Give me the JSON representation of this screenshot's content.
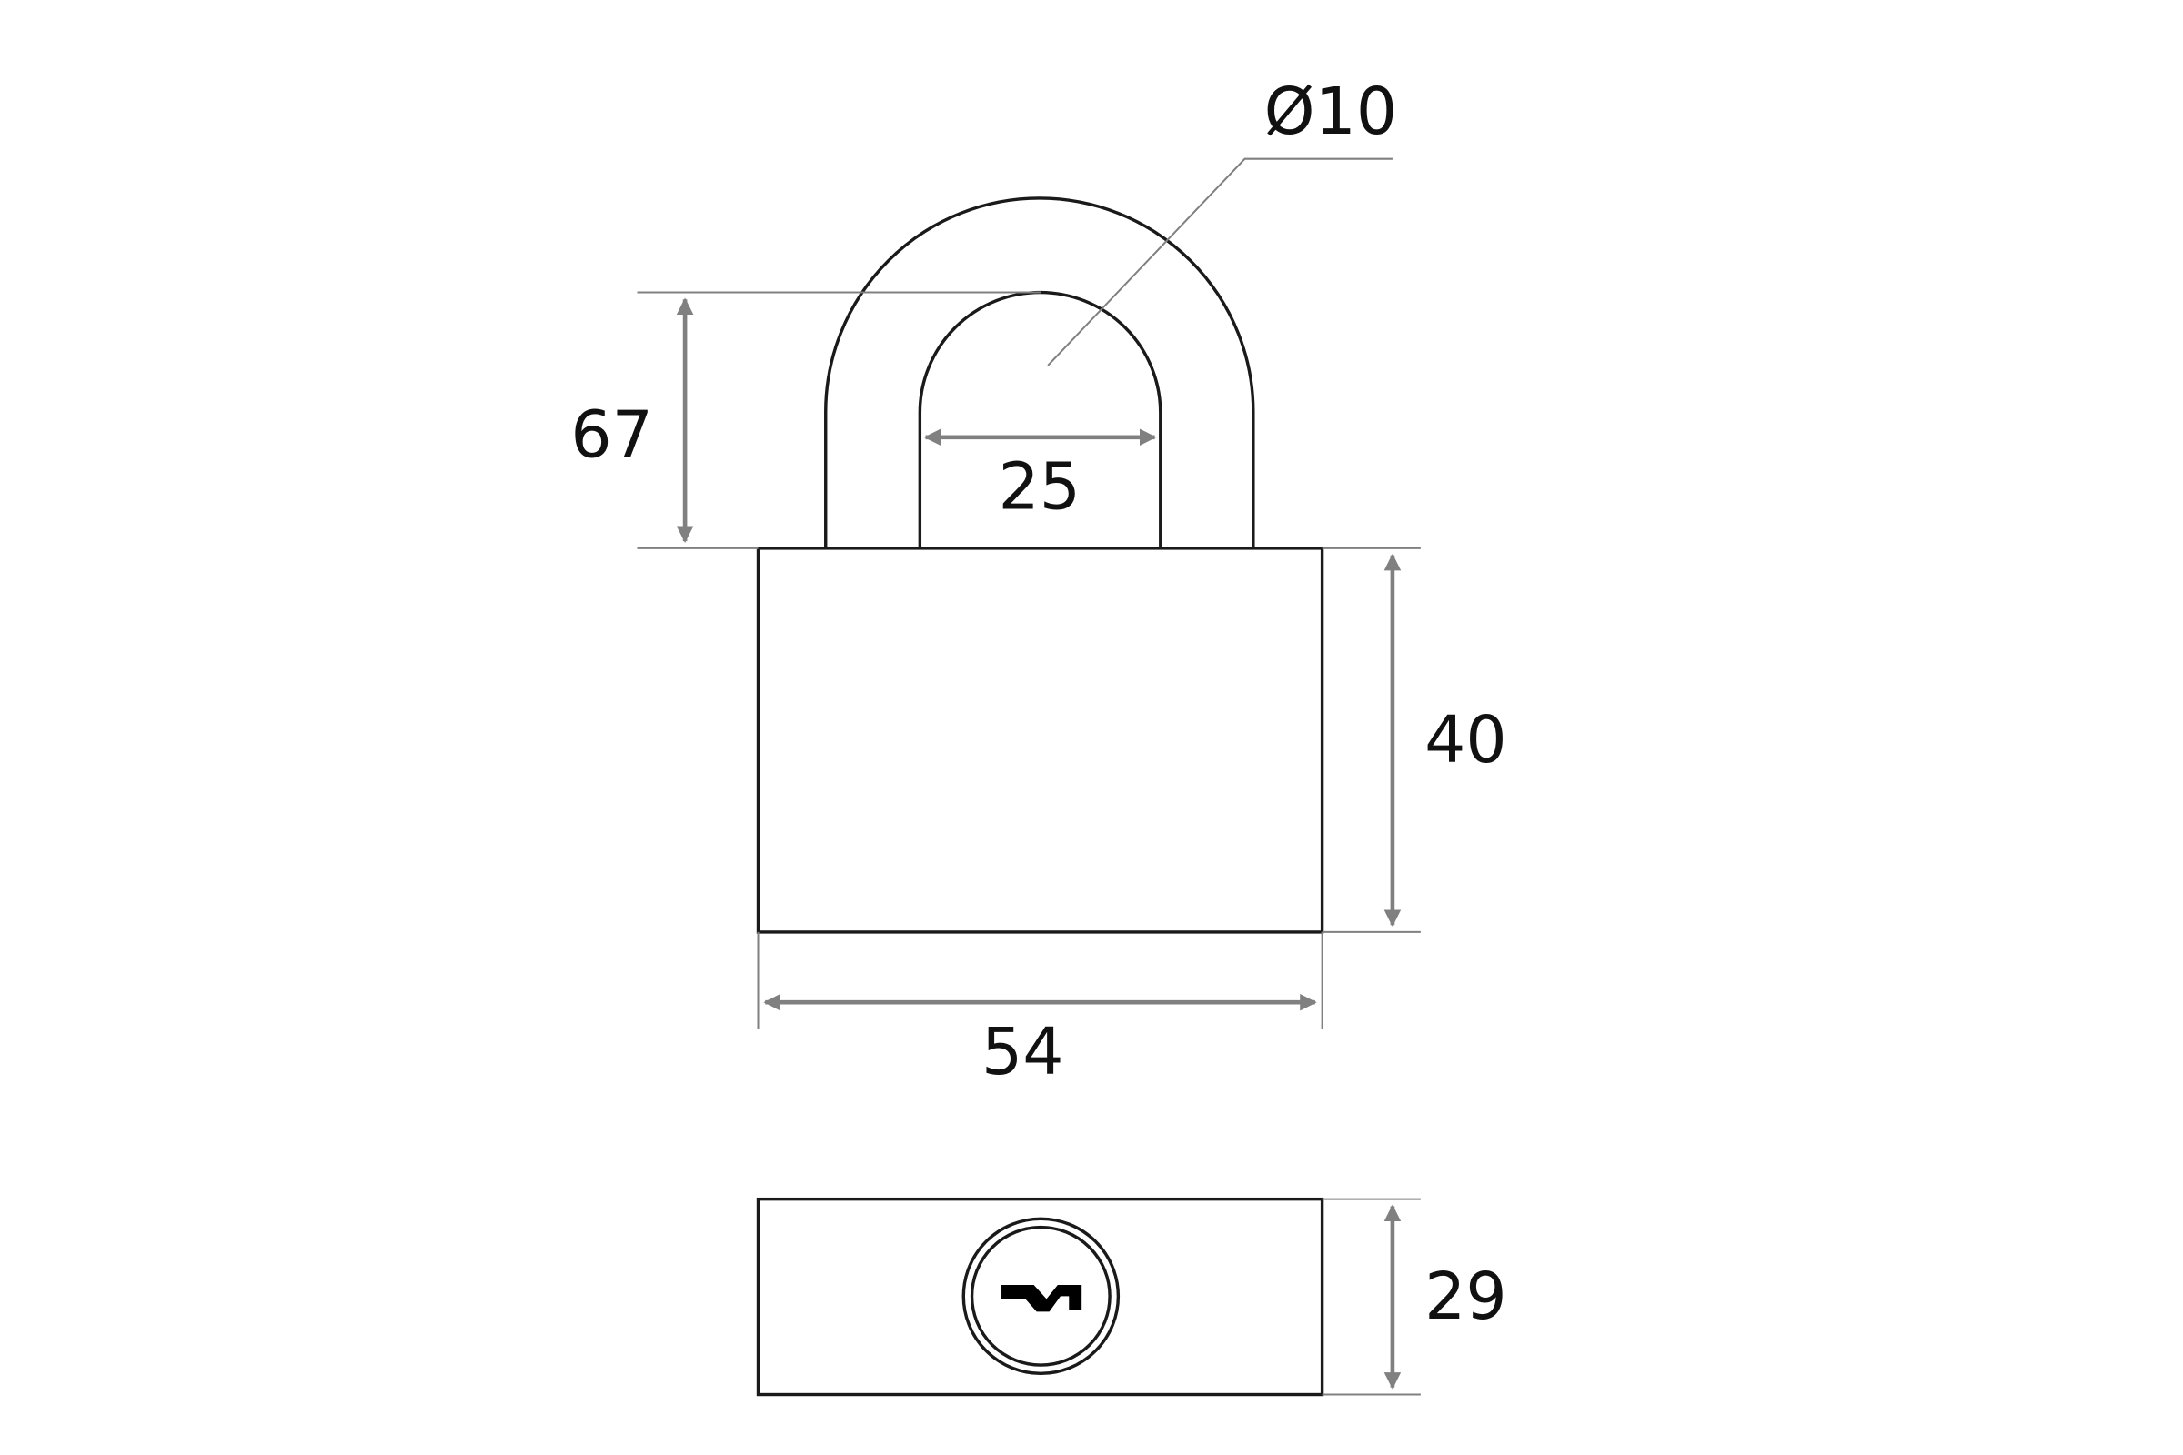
{
  "drawing": {
    "title": "Padlock dimension drawing",
    "dimensions": {
      "shackle_diameter": "Ø10",
      "shackle_clearance_height": "67",
      "shackle_inner_width": "25",
      "body_height": "40",
      "body_width": "54",
      "body_thickness": "29"
    },
    "colors": {
      "outline": "#1a1a1a",
      "dimension": "#808080"
    }
  }
}
